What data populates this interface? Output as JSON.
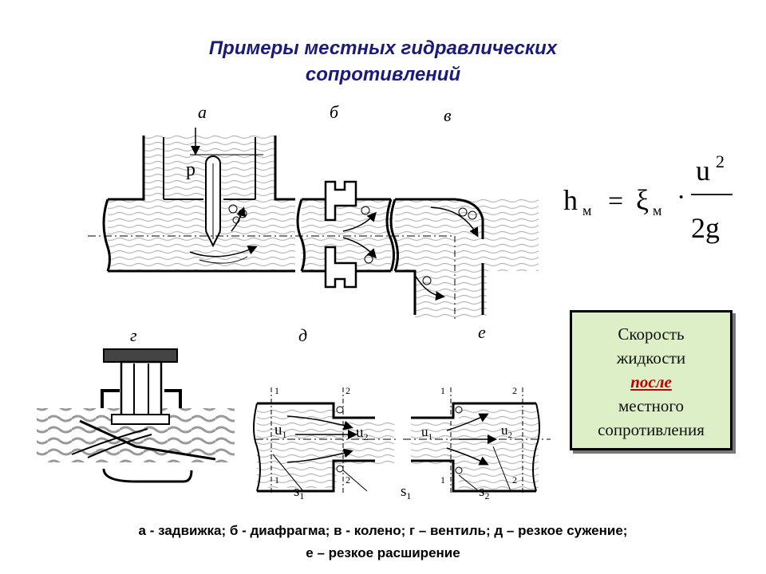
{
  "title": {
    "line1": "Примеры местных гидравлических",
    "line2": "сопротивлений"
  },
  "panel_letters": {
    "a": "а",
    "b": "б",
    "v": "в",
    "g": "г",
    "d": "д",
    "e": "е"
  },
  "formula": {
    "h": "h",
    "h_sub": "м",
    "eq": "=",
    "xi": "ξ",
    "xi_sub": "м",
    "dot": "·",
    "u": "u",
    "u_sup": "2",
    "denom": "2g"
  },
  "labels": {
    "p": "p",
    "u1_d": "u",
    "u1_d_sub": "1",
    "u2_d": "u",
    "u2_d_sub": "2",
    "s1_d": "s",
    "s1_d_sub": "1",
    "u1_e": "u",
    "u1_e_sub": "1",
    "u2_e": "u",
    "u2_e_sub": "2",
    "s1_e": "s",
    "s1_e_sub": "1",
    "s2_e": "s",
    "s2_e_sub": "2",
    "sec1": "1",
    "sec2": "2"
  },
  "note_box": {
    "line1": "Скорость",
    "line2": "жидкости",
    "line3": "после",
    "line4": "местного",
    "line5": "сопротивления"
  },
  "caption": {
    "line1": "а - задвижка; б - диафрагма; в - колено; г – вентиль; д – резкое сужение;",
    "line2": "е – резкое расширение"
  }
}
